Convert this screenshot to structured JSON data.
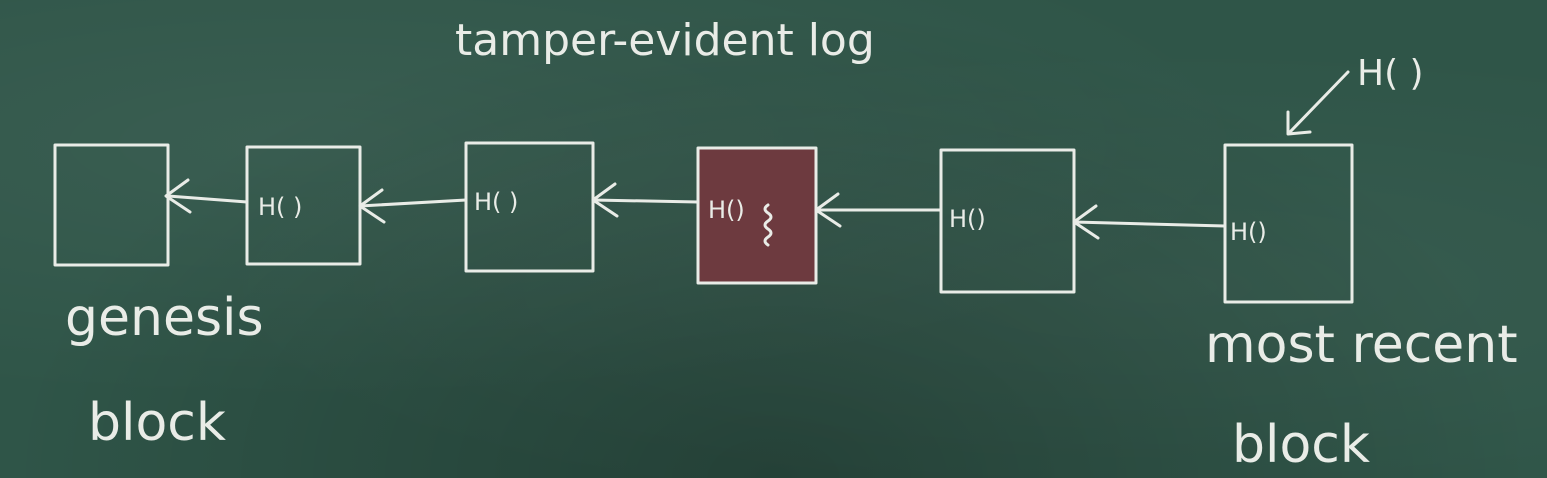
{
  "title": "tamper-evident log",
  "hash_annotation": "H( )",
  "blocks": [
    {
      "hash": "",
      "tampered": false
    },
    {
      "hash": "H( )",
      "tampered": false
    },
    {
      "hash": "H( )",
      "tampered": false
    },
    {
      "hash": "H()",
      "tampered": true
    },
    {
      "hash": "H()",
      "tampered": false
    },
    {
      "hash": "H()",
      "tampered": false
    }
  ],
  "genesis_label": {
    "line1": "genesis",
    "line2": "block"
  },
  "recent_label": {
    "line1": "most recent",
    "line2": "block"
  },
  "colors": {
    "board": "#2f5548",
    "chalk": "#e9ece7",
    "tampered": "#6d3a3f"
  }
}
